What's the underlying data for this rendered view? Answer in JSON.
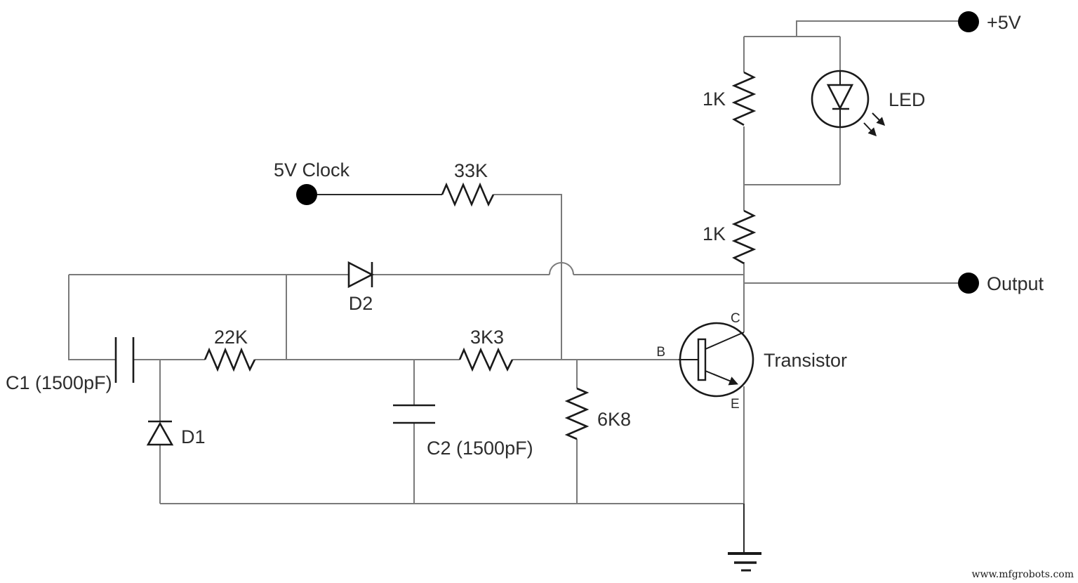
{
  "diagram": {
    "kind": "circuit-schematic",
    "terminals": {
      "supply": "+5V",
      "clock": "5V Clock",
      "output": "Output"
    },
    "components": {
      "r_top": {
        "type": "resistor",
        "value": "1K"
      },
      "r_mid": {
        "type": "resistor",
        "value": "1K"
      },
      "r_clock": {
        "type": "resistor",
        "value": "33K"
      },
      "r_couple": {
        "type": "resistor",
        "value": "22K"
      },
      "r_base": {
        "type": "resistor",
        "value": "3K3"
      },
      "r_shunt": {
        "type": "resistor",
        "value": "6K8"
      },
      "c1": {
        "type": "capacitor",
        "label": "C1 (1500pF)"
      },
      "c2": {
        "type": "capacitor",
        "label": "C2 (1500pF)"
      },
      "d1": {
        "type": "diode",
        "label": "D1"
      },
      "d2": {
        "type": "diode",
        "label": "D2"
      },
      "led": {
        "type": "led",
        "label": "LED"
      },
      "transistor": {
        "type": "npn-transistor",
        "label": "Transistor",
        "pins": {
          "base": "B",
          "collector": "C",
          "emitter": "E"
        }
      }
    },
    "colors": {
      "background": "#ffffff",
      "wire": "#7a7a7a",
      "symbol": "#1a1a1a",
      "text": "#2d2d2d",
      "terminal": "#000000"
    },
    "watermark": "www.mfgrobots.com"
  }
}
